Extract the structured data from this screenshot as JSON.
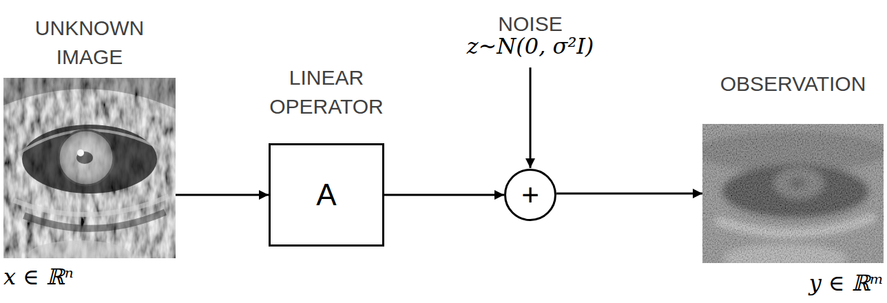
{
  "diagram": {
    "nodes": [
      {
        "text": [
          "UNKNOWN IMAGE",
          "x ∈ ℝⁿ"
        ]
      },
      {
        "text": [
          "LINEAR OPERATOR",
          "A"
        ]
      },
      {
        "text": [
          "+"
        ]
      },
      {
        "text": [
          "OBSERVATION",
          "y ∈ ℝᵐ"
        ]
      }
    ],
    "edges": [
      {
        "from": 0,
        "to": 1,
        "arrow": "to"
      },
      {
        "from": 1,
        "to": 2,
        "arrow": "to"
      },
      {
        "from": 2,
        "to": 3,
        "arrow": "to"
      }
    ],
    "labels": [
      "NOISE",
      "z~N(0, σ²I)"
    ]
  }
}
